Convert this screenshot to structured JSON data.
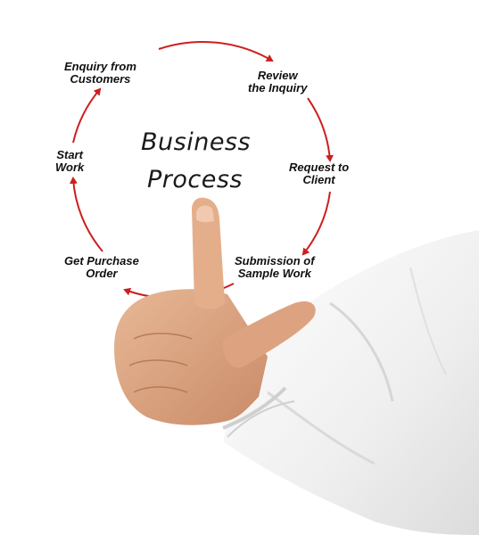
{
  "title": {
    "line1": "Business",
    "line2": "Process"
  },
  "steps": [
    {
      "line1": "Enquiry from",
      "line2": "Customers"
    },
    {
      "line1": "Review",
      "line2": "the Inquiry"
    },
    {
      "line1": "Request to",
      "line2": "Client"
    },
    {
      "line1": "Submission of",
      "line2": "Sample Work"
    },
    {
      "line1": "Get Purchase",
      "line2": "Order"
    },
    {
      "line1": "Start",
      "line2": "Work"
    }
  ],
  "colors": {
    "cycle_arrows": "#cc1f1f",
    "text": "#111111",
    "sleeve": "#f4f4f4",
    "skin": "#d9a07e"
  },
  "icons": {
    "cycle": "circular-arrow-cycle",
    "hand": "pointing-hand"
  }
}
